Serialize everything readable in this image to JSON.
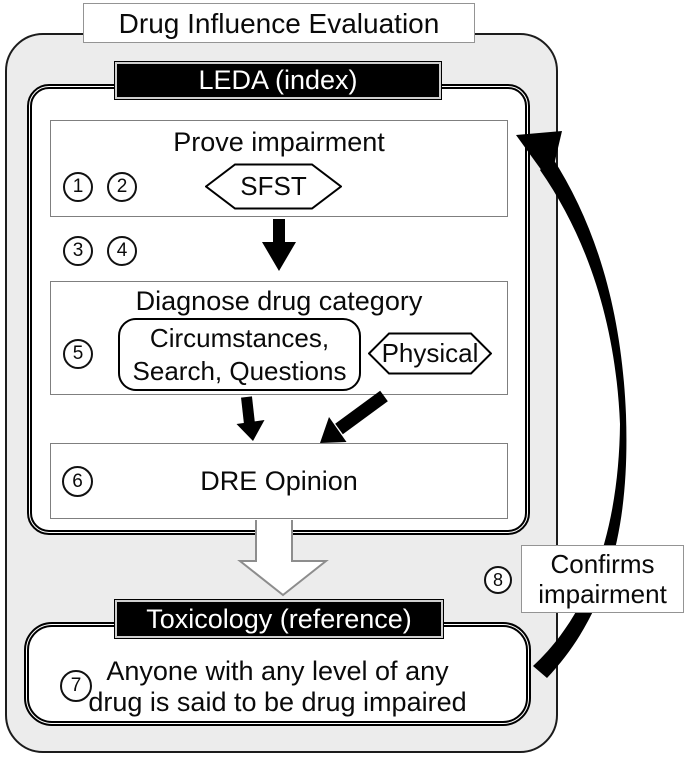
{
  "colors": {
    "panel_fill": "#ececec",
    "bar_fill": "#000000",
    "border_gray": "#7f7f7f"
  },
  "header": {
    "title": "Drug Influence Evaluation"
  },
  "leda": {
    "label": "LEDA (index)"
  },
  "prove": {
    "title": "Prove impairment",
    "badge1": "1",
    "badge2": "2",
    "hex": "SFST"
  },
  "mid": {
    "badge3": "3",
    "badge4": "4"
  },
  "diagnose": {
    "title": "Diagnose drug category",
    "badge": "5",
    "box_line1": "Circumstances,",
    "box_line2": "Search, Questions",
    "hex": "Physical"
  },
  "dre": {
    "title": "DRE Opinion",
    "badge": "6"
  },
  "toxicology": {
    "header": "Toxicology (reference)",
    "badge": "7",
    "line1": "Anyone with any level of any",
    "line2": "drug is said to be drug impaired"
  },
  "confirms": {
    "badge": "8",
    "line1": "Confirms",
    "line2": "impairment"
  }
}
